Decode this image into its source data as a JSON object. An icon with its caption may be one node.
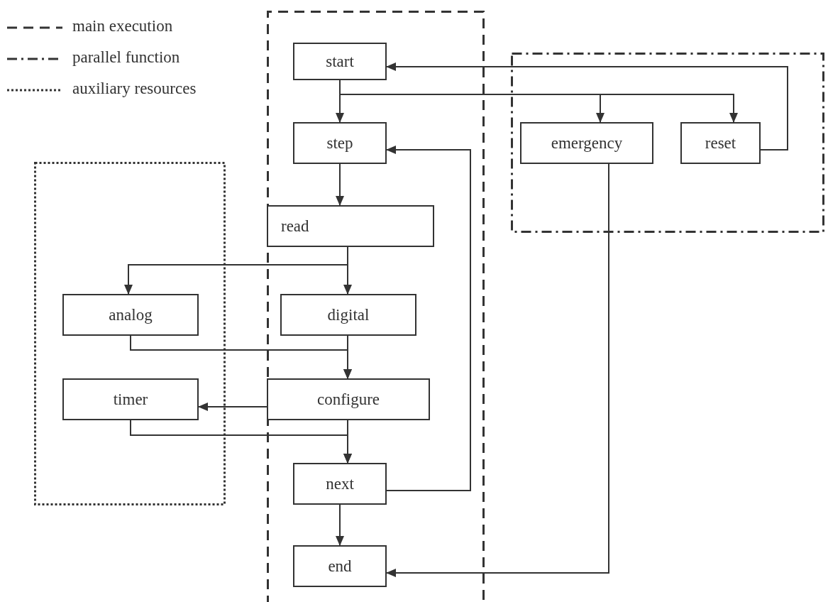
{
  "diagram": {
    "nodes": [
      {
        "text": [],
        "shape": "box"
      },
      {
        "text": [
          "start"
        ],
        "in": 0
      },
      {
        "text": [
          "step"
        ],
        "in": 0
      },
      {
        "text": [
          "read"
        ],
        "in": 0
      },
      {
        "text": [
          "digital"
        ],
        "in": 0
      },
      {
        "text": [
          "configure"
        ],
        "in": 0
      },
      {
        "text": [
          "next"
        ],
        "in": 0
      },
      {
        "text": [
          "end"
        ],
        "in": 0
      },
      {
        "text": [],
        "shape": "box"
      },
      {
        "text": [
          "emergency"
        ],
        "in": 8
      },
      {
        "text": [
          "reset"
        ],
        "in": 8
      },
      {
        "text": [],
        "shape": "box"
      },
      {
        "text": [
          "analog"
        ],
        "in": 11
      },
      {
        "text": [
          "timer"
        ],
        "in": 11
      }
    ],
    "edges": [
      {
        "from": 1,
        "to": 2,
        "arrow": "to"
      },
      {
        "from": 1,
        "to": 9,
        "arrow": "to"
      },
      {
        "from": 1,
        "to": 10,
        "arrow": "to"
      },
      {
        "from": 10,
        "to": 1,
        "arrow": "to"
      },
      {
        "from": 2,
        "to": 3,
        "arrow": "to"
      },
      {
        "from": 3,
        "to": 12,
        "arrow": "to"
      },
      {
        "from": 3,
        "to": 4,
        "arrow": "to"
      },
      {
        "from": 4,
        "to": 5,
        "arrow": "to"
      },
      {
        "from": 12,
        "to": 5,
        "arrow": "to"
      },
      {
        "from": 5,
        "to": 13,
        "arrow": "to"
      },
      {
        "from": 5,
        "to": 6,
        "arrow": "to"
      },
      {
        "from": 13,
        "to": 6,
        "arrow": "to"
      },
      {
        "from": 6,
        "to": 2,
        "arrow": "to"
      },
      {
        "from": 6,
        "to": 7,
        "arrow": "to"
      },
      {
        "from": 9,
        "to": 7,
        "arrow": "to"
      }
    ],
    "legend": [
      {
        "text": "main execution"
      },
      {
        "text": "parallel function"
      },
      {
        "text": "auxiliary resources"
      }
    ]
  }
}
